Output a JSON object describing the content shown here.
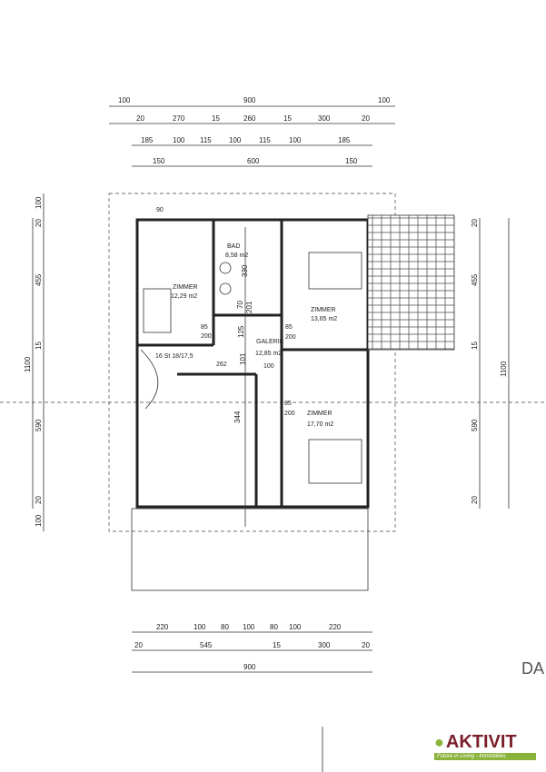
{
  "dimensions": {
    "top_row1": [
      "100",
      "900",
      "100"
    ],
    "top_row2": [
      "20",
      "270",
      "15",
      "260",
      "15",
      "300",
      "20"
    ],
    "top_row3": [
      "185",
      "100",
      "115",
      "100",
      "115",
      "100",
      "185"
    ],
    "top_row4": [
      "150",
      "600",
      "150"
    ],
    "bottom_row1": [
      "220",
      "100",
      "80",
      "100",
      "80",
      "100",
      "220"
    ],
    "bottom_row2": [
      "20",
      "545",
      "15",
      "300",
      "20"
    ],
    "bottom_row3": [
      "900"
    ],
    "left": [
      "100",
      "20",
      "455",
      "15",
      "590",
      "20",
      "100"
    ],
    "left_total": "1100",
    "right": [
      "20",
      "455",
      "15",
      "590",
      "20"
    ],
    "right_total": "1100"
  },
  "rooms": {
    "zimmer1": {
      "name": "ZIMMER",
      "area": "12,29 m2"
    },
    "bad": {
      "name": "BAD",
      "area": "8,58 m2"
    },
    "zimmer2": {
      "name": "ZIMMER",
      "area": "13,65 m2"
    },
    "galerie": {
      "name": "GALERIE",
      "area": "12,85 m2"
    },
    "zimmer3": {
      "name": "ZIMMER",
      "area": "17,70 m2"
    }
  },
  "annotations": {
    "stairs": "16 St 18/17,5",
    "d90": "90",
    "d330": "330",
    "d70": "70",
    "d201": "201",
    "d125": "125",
    "d262": "262",
    "d101": "101",
    "d100": "100",
    "d344": "344",
    "door_w": "85",
    "door_h": "200",
    "corner_text": "DA"
  },
  "logo": {
    "name": "AKTIVIT",
    "tagline": "Future in Living - Immobilien.",
    "colors": {
      "primary": "#7a1f2a",
      "accent": "#8ab33c"
    }
  }
}
